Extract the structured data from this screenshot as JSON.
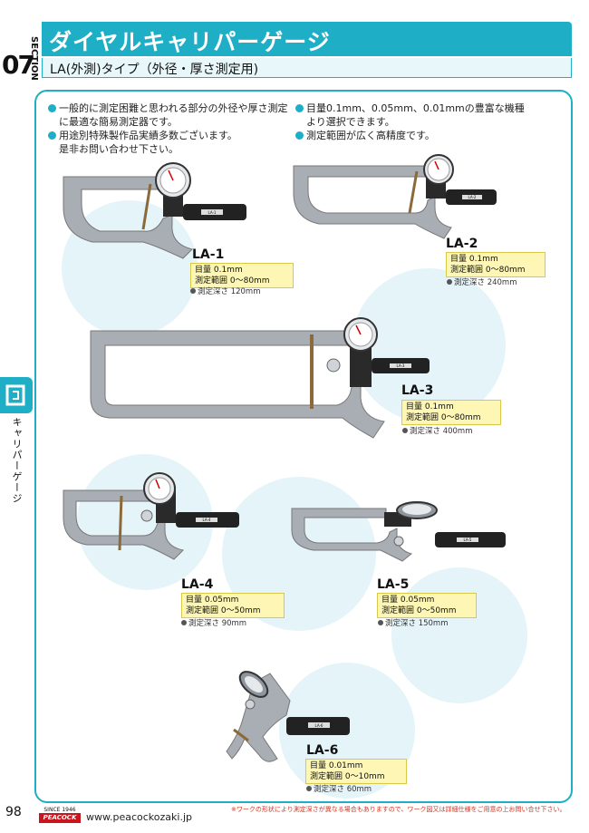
{
  "section": {
    "label": "SECTION",
    "number": "07"
  },
  "header": {
    "title": "ダイヤルキャリパーゲージ",
    "subtitle": "LA(外測)タイプ（外径・厚さ測定用)"
  },
  "features_left": [
    {
      "lines": [
        "一般的に測定困難と思われる部分の外径や厚さ測定",
        "に最適な簡易測定器です。"
      ]
    },
    {
      "lines": [
        "用途別特殊製作品実績多数ございます。",
        "是非お問い合わせ下さい。"
      ]
    }
  ],
  "features_right": [
    {
      "lines": [
        "目量0.1mm、0.05mm、0.01mmの豊富な機種",
        "より選択できます。"
      ]
    },
    {
      "lines": [
        "測定範囲が広く高精度です。"
      ]
    }
  ],
  "models": [
    {
      "name": "LA-1",
      "grad": "目量  0.1mm",
      "range": "測定範囲  0～80mm",
      "depth": "測定深さ    120mm",
      "handle": "LA-1"
    },
    {
      "name": "LA-2",
      "grad": "目量  0.1mm",
      "range": "測定範囲  0～80mm",
      "depth": "測定深さ    240mm",
      "handle": "LA-2"
    },
    {
      "name": "LA-3",
      "grad": "目量  0.1mm",
      "range": "測定範囲  0～80mm",
      "depth": "測定深さ    400mm",
      "handle": "LA-3"
    },
    {
      "name": "LA-4",
      "grad": "目量  0.05mm",
      "range": "測定範囲  0～50mm",
      "depth": "測定深さ    90mm",
      "handle": "LA-4"
    },
    {
      "name": "LA-5",
      "grad": "目量  0.05mm",
      "range": "測定範囲  0～50mm",
      "depth": "測定深さ    150mm",
      "handle": "LA-5"
    },
    {
      "name": "LA-6",
      "grad": "目量  0.01mm",
      "range": "測定範囲  0～10mm",
      "depth": "測定深さ    60mm",
      "handle": "LA-6"
    }
  ],
  "side": {
    "label": "キャリパーゲージ"
  },
  "footer": {
    "page": "98",
    "since": "SINCE 1946",
    "brand": "PEACOCK",
    "url": "www.peacockozaki.jp",
    "note": "※ワークの形状により測定深さが異なる場合もありますので、ワーク図又は詳細仕様をご用意の上お問い合せ下さい。"
  },
  "colors": {
    "accent": "#1eaec6",
    "spec_bg": "#fdf6b4",
    "brand_red": "#c9151e",
    "gauge_gray": "#a7adb4"
  }
}
